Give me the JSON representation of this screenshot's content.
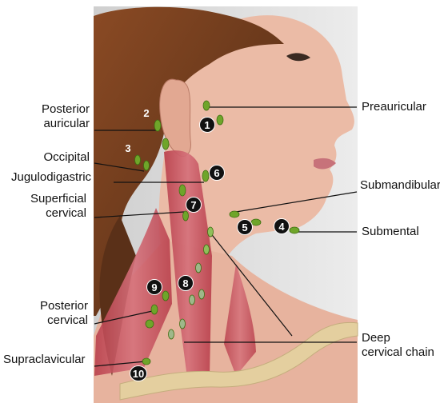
{
  "labels": {
    "preauricular": "Preauricular",
    "posterior_auricular_1": "Posterior",
    "posterior_auricular_2": "auricular",
    "occipital": "Occipital",
    "jugulodigastric": "Jugulodigastric",
    "superficial_cervical_1": "Superficial",
    "superficial_cervical_2": "cervical",
    "submandibular": "Submandibular",
    "submental": "Submental",
    "posterior_cervical_1": "Posterior",
    "posterior_cervical_2": "cervical",
    "supraclavicular": "Supraclavicular",
    "deep_cervical_1": "Deep",
    "deep_cervical_2": "cervical chain"
  },
  "numbers": [
    "1",
    "2",
    "3",
    "4",
    "5",
    "6",
    "7",
    "8",
    "9",
    "10"
  ],
  "colors": {
    "node": "#6fa52a",
    "muscle": "#c45560",
    "skin": "#e9b9a5",
    "hair": "#6b3a1e",
    "bone": "#e4cf9f",
    "background": "#d9d9d9"
  }
}
